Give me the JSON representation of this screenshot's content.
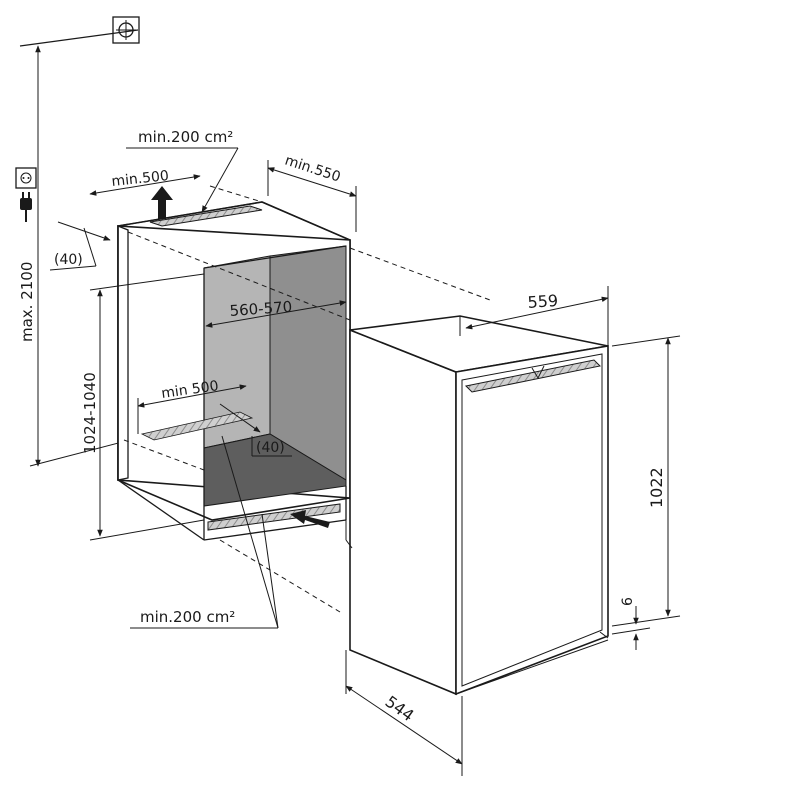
{
  "dimensions": {
    "max_height": "max. 2100",
    "top_vent_area": "min.200 cm²",
    "top_vent_width": "min.500",
    "depth_min": "min.550",
    "top_gap": "(40)",
    "niche_width": "560-570",
    "niche_height": "1024-1040",
    "floor_vent_width": "min 500",
    "floor_gap": "(40)",
    "bottom_vent_area": "min.200 cm²",
    "appliance_width": "559",
    "appliance_height": "1022",
    "appliance_depth": "544",
    "plinth_offset": "6"
  },
  "colors": {
    "line": "#1a1a1a",
    "interior": "#8f8f8f",
    "interior_side": "#b5b5b5",
    "interior_floor": "#5e5e5e",
    "vent": "#bdbdbd"
  },
  "icons": [
    "plumb-line-icon",
    "power-socket-icon",
    "power-plug-icon"
  ]
}
